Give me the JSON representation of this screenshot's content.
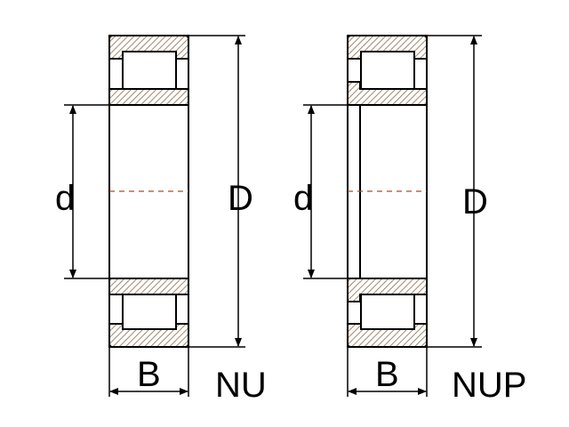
{
  "bearings": [
    {
      "type_label": "NU",
      "bore_label": "d",
      "outer_label": "D",
      "width_label": "B"
    },
    {
      "type_label": "NUP",
      "bore_label": "d",
      "outer_label": "D",
      "width_label": "B"
    }
  ],
  "colors": {
    "line": "#000000",
    "hatch": "#8a6a4a",
    "centerline": "#a0522d"
  }
}
